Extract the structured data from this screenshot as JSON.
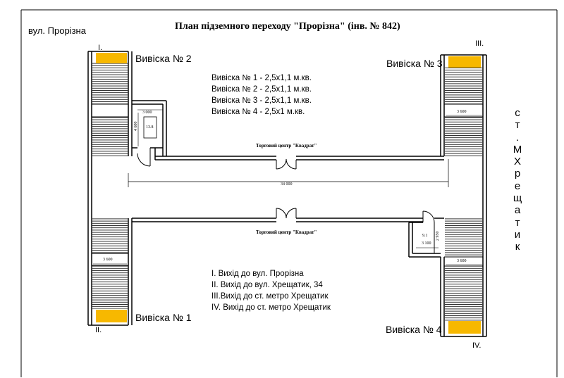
{
  "title": "План підземного переходу \"Прорізна\" (інв. № 842)",
  "street_label": "вул. Прорізна",
  "metro_label": "ст. М Хрещатик",
  "metro_chars": [
    "с",
    "т",
    ".",
    "М",
    "Х",
    "р",
    "е",
    "щ",
    "а",
    "т",
    "и",
    "к"
  ],
  "signs": {
    "s1": "Вивіска № 1",
    "s2": "Вивіска № 2",
    "s3": "Вивіска № 3",
    "s4": "Вивіска № 4"
  },
  "sign_sizes": [
    "Вивіска № 1 - 2,5х1,1 м.кв.",
    "Вивіска № 2 - 2,5х1,1 м.кв.",
    "Вивіска № 3 - 2,5х1,1 м.кв.",
    "Вивіска № 4 - 2,5х1 м.кв."
  ],
  "exits_legend": [
    "I. Вихід до вул. Прорізна",
    "II. Вихід до вул. Хрещатик, 34",
    "III.Вихід до ст. метро Хрещатик",
    "IV. Вихід до ст. метро Хрещатик"
  ],
  "exit_marks": {
    "i": "I.",
    "ii": "II.",
    "iii": "III.",
    "iv": "IV."
  },
  "mall_label": "Торговий центр \"Квадрат\"",
  "dims": {
    "corridor": "34 000",
    "stair": "3 600",
    "room_tl_w": "3 000",
    "room_tl_h": "4 600",
    "room_tl_area": "13.8",
    "room_br_w": "3 100",
    "room_br_h": "2 950",
    "room_br_area": "9.1"
  },
  "colors": {
    "sign_fill": "#F7B800",
    "line": "#000000"
  }
}
